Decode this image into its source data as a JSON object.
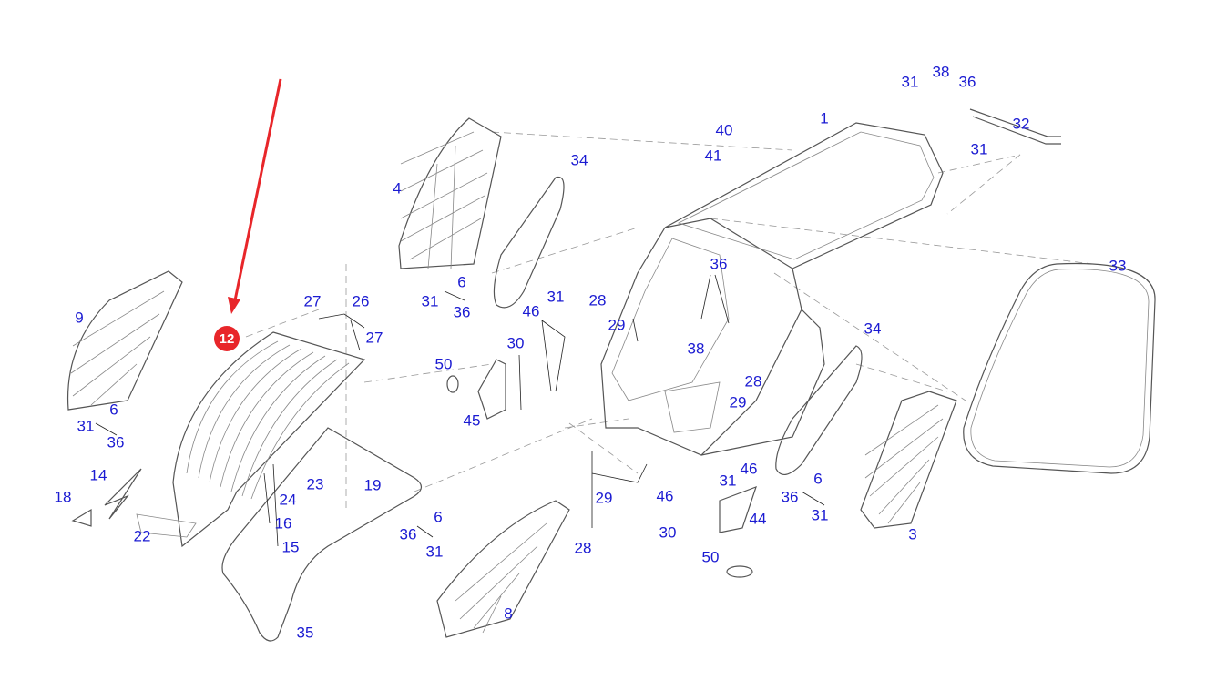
{
  "diagram": {
    "highlighted_part": "12",
    "labels": [
      "1",
      "31",
      "38",
      "36",
      "31",
      "32",
      "40",
      "41",
      "34",
      "4",
      "6",
      "31",
      "36",
      "9",
      "6",
      "31",
      "36",
      "27",
      "26",
      "27",
      "46",
      "31",
      "28",
      "29",
      "30",
      "50",
      "45",
      "36",
      "38",
      "28",
      "29",
      "46",
      "31",
      "33",
      "34",
      "14",
      "18",
      "22",
      "23",
      "24",
      "19",
      "16",
      "15",
      "29",
      "46",
      "28",
      "30",
      "44",
      "50",
      "6",
      "36",
      "31",
      "3",
      "6",
      "36",
      "31",
      "8",
      "35"
    ],
    "colors": {
      "label": "#1b1bd2",
      "highlight": "#e8262a",
      "arrow": "#e8262a"
    }
  }
}
